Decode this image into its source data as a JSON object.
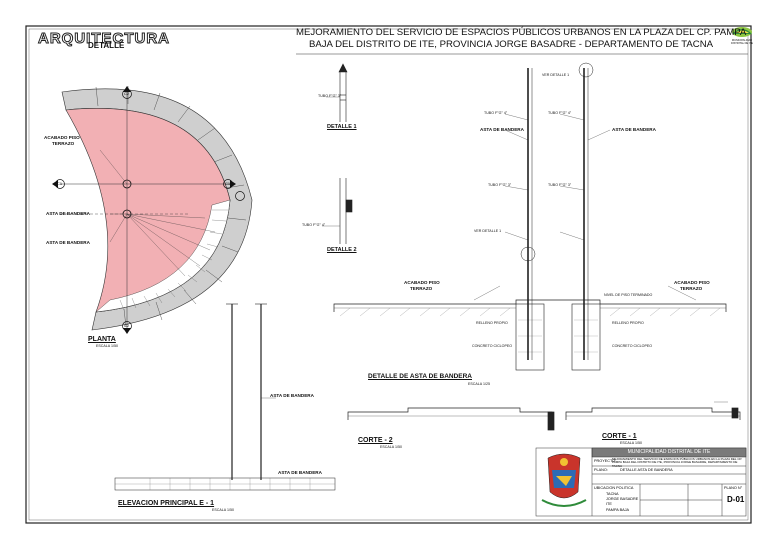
{
  "header": {
    "section": "ARQUITECTURA",
    "subsection": "DETALLE",
    "project_line1": "MEJORAMIENTO DEL SERVICIO DE ESPACIOS PÚBLICOS URBANOS EN LA PLAZA DEL CP. PAMPA",
    "project_line2": "BAJA DEL DISTRITO DE ITE, PROVINCIA JORGE BASADRE - DEPARTAMENTO DE TACNA",
    "logo_text": "MUNICIPALIDAD DISTRITAL DE ITE"
  },
  "plan": {
    "label_acabado": "ACABADO PISO",
    "label_terrazo": "TERRAZO",
    "label_asta1": "ASTA DE BANDERA",
    "label_asta2": "ASTA DE BANDERA",
    "title": "PLANTA",
    "scale": "ESCALA 1/50",
    "marks": [
      "C2",
      "C1",
      "C1",
      "C2"
    ]
  },
  "details": {
    "detalle1": "DETALLE 1",
    "detalle2": "DETALLE 2",
    "detalle_asta": "DETALLE DE ASTA DE BANDERA",
    "detalle_asta_scale": "ESCALA 1/25",
    "asta_label": "ASTA DE BANDERA",
    "acabado": "ACABADO PISO",
    "terrazo": "TERRAZO",
    "nivel": "NIVEL DE PISO TERMINADO",
    "tubo": "TUBO F°G° 4\"",
    "tubo2": "TUBO F°G° 3\"",
    "ver_detalle": "VER DETALLE 1",
    "concreto": "CONCRETO CICLOPEO",
    "relleno": "RELLENO PROPIO"
  },
  "elevation": {
    "title": "ELEVACION PRINCIPAL E - 1",
    "scale": "ESCALA 1/50",
    "asta": "ASTA DE BANDERA",
    "asta2": "ASTA DE BANDERA"
  },
  "cuts": {
    "corte2": "CORTE - 2",
    "corte2_scale": "ESCALA 1/50",
    "corte1": "CORTE - 1",
    "corte1_scale": "ESCALA 1/50"
  },
  "title_block": {
    "org": "MUNICIPALIDAD DISTRITAL DE ITE",
    "proyecto_lbl": "PROYECTO:",
    "proyecto": "MEJORAMIENTO DEL SERVICIO DE ESPACIOS PÚBLICOS URBANOS EN LA PLAZA DEL CP. PAMPA BAJA DEL DISTRITO DE ITE, PROVINCIA JORGE BASADRE, DEPARTAMENTO DE TACNA",
    "plano_lbl": "PLANO:",
    "plano": "DETALLE ASTA DE BANDERA",
    "ubicacion": "UBICACION POLITICA",
    "dep": "TACNA",
    "prov": "JORGE BASADRE",
    "dist": "ITE",
    "ccpp": "PAMPA BAJA",
    "plano_no_lbl": "PLANO N°",
    "plano_no": "D-01"
  },
  "colors": {
    "plan_fill": "#f2b0b4",
    "ring_fill": "#cfcfcf",
    "title_bar": "#7a7a7a"
  }
}
